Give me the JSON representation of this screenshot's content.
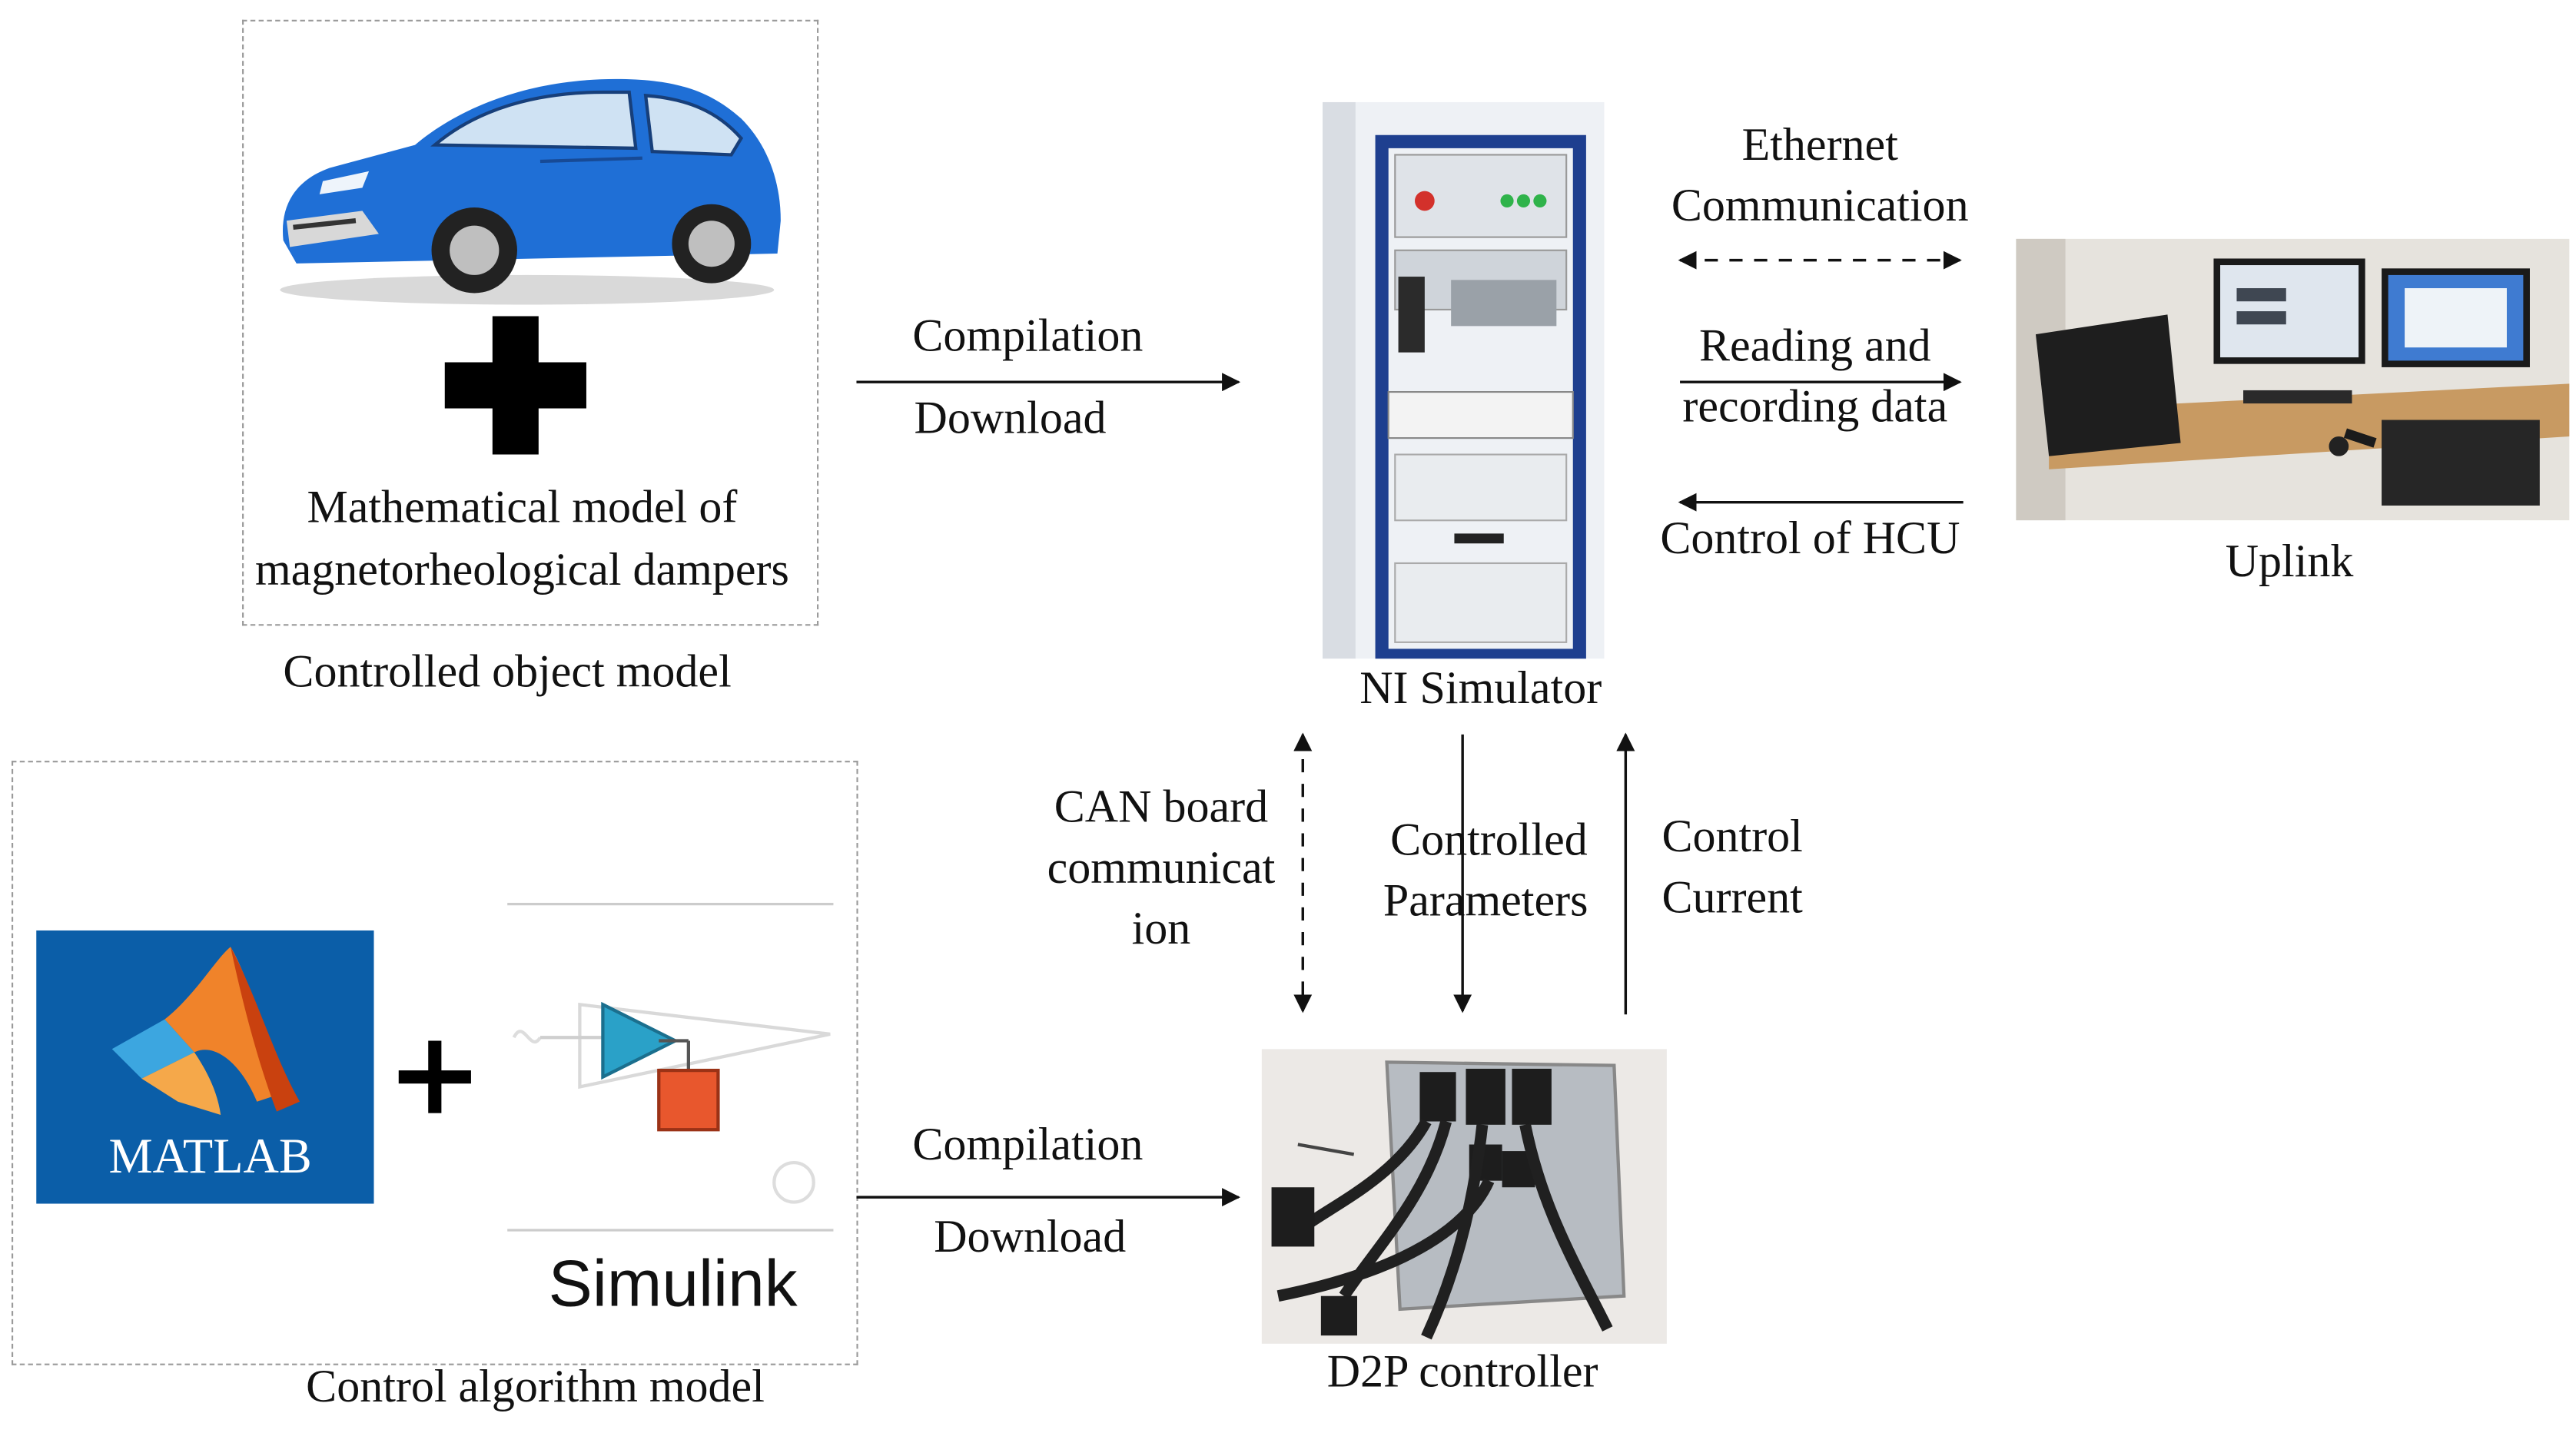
{
  "controlled_object": {
    "model_text_line1": "Mathematical model of",
    "model_text_line2": "magnetorheological dampers",
    "caption": "Controlled object model"
  },
  "control_algorithm": {
    "matlab_logo_text": "MATLAB",
    "simulink_text": "Simulink",
    "caption": "Control algorithm model"
  },
  "links": {
    "top_compilation": "Compilation",
    "top_download": "Download",
    "bottom_compilation": "Compilation",
    "bottom_download": "Download",
    "ethernet_line1": "Ethernet",
    "ethernet_line2": "Communication",
    "reading_line1": "Reading and",
    "reading_line2": "recording data",
    "control_hcu": "Control of HCU",
    "can_line1": "CAN board",
    "can_line2": "communicat",
    "can_line3": "ion",
    "controlled_line1": "Controlled",
    "controlled_line2": "Parameters",
    "current_line1": "Control",
    "current_line2": "Current"
  },
  "devices": {
    "ni_caption": "NI Simulator",
    "uplink_caption": "Uplink",
    "d2p_caption": "D2P controller"
  },
  "colors": {
    "car_body": "#1f6fd6",
    "matlab_bg": "#0b5ea8",
    "rack_frame": "#1e3f8f",
    "simulink_triangle": "#2aa1c8",
    "simulink_block": "#e8572d"
  }
}
